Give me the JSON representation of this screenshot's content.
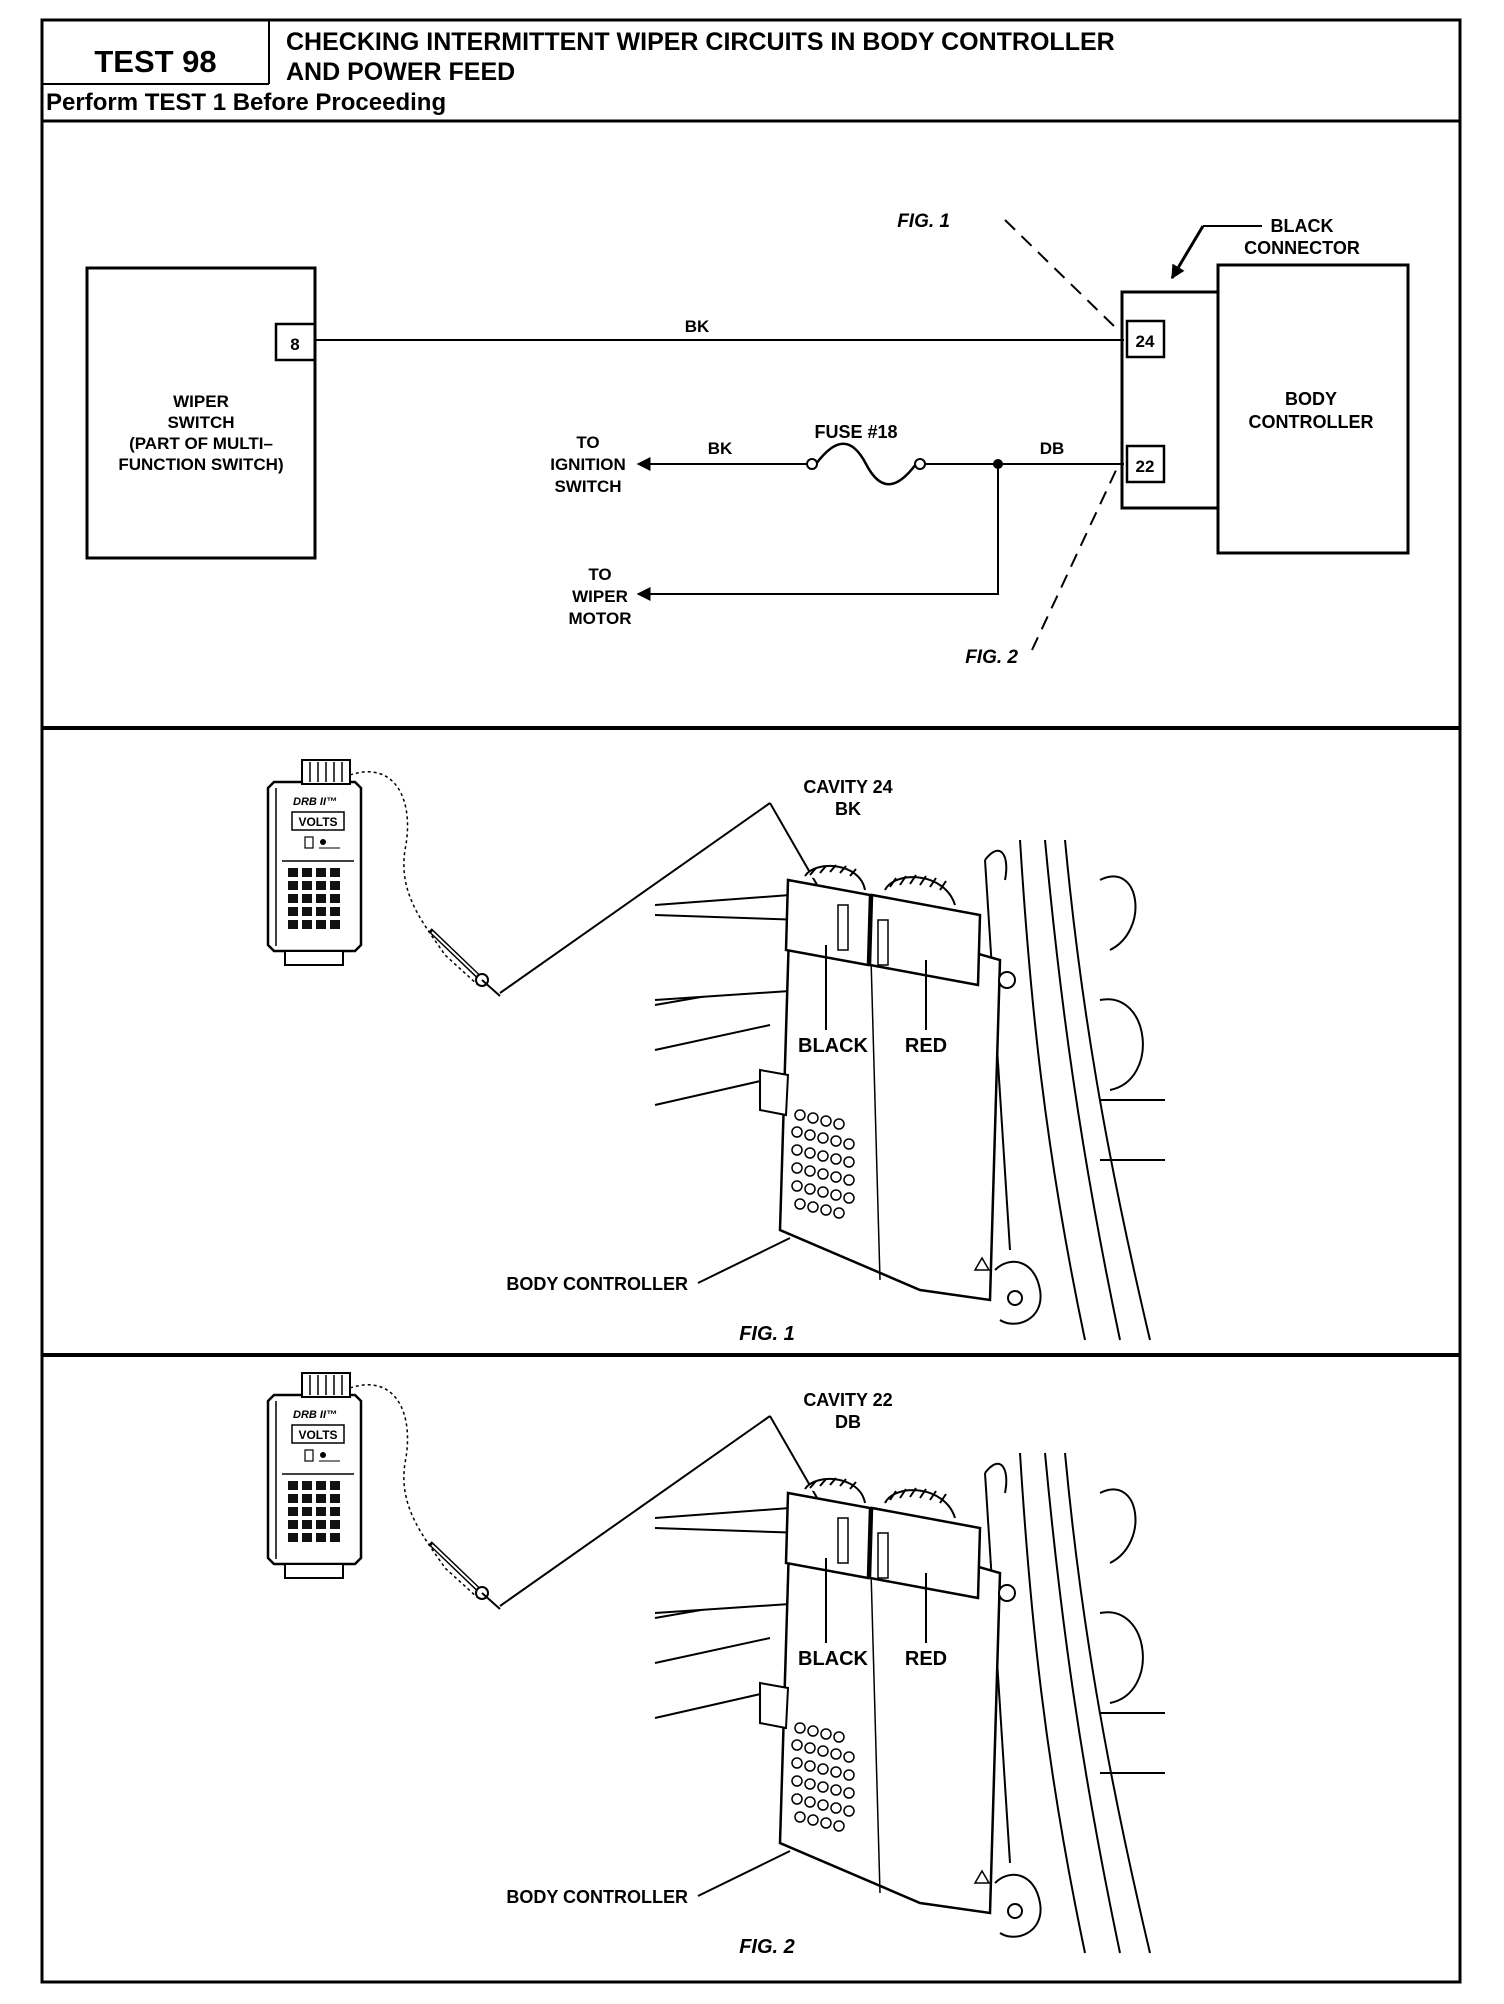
{
  "header": {
    "test_label": "TEST 98",
    "title_line1": "CHECKING INTERMITTENT WIPER CIRCUITS IN BODY CONTROLLER",
    "title_line2": "AND POWER FEED",
    "prerequisite": "Perform TEST 1 Before Proceeding"
  },
  "schematic": {
    "wiper_switch": {
      "line1": "WIPER",
      "line2": "SWITCH",
      "line3": "(PART OF MULTI–",
      "line4": "FUNCTION SWITCH)",
      "pin": "8"
    },
    "body_controller": {
      "line1": "BODY",
      "line2": "CONTROLLER"
    },
    "black_connector": {
      "line1": "BLACK",
      "line2": "CONNECTOR"
    },
    "pin_24": "24",
    "pin_22": "22",
    "wire_top": "BK",
    "wire_ignition": "BK",
    "wire_db": "DB",
    "fuse_label": "FUSE #18",
    "ignition": {
      "line1": "TO",
      "line2": "IGNITION",
      "line3": "SWITCH"
    },
    "motor": {
      "line1": "TO",
      "line2": "WIPER",
      "line3": "MOTOR"
    },
    "fig1_callout": "FIG. 1",
    "fig2_callout": "FIG. 2"
  },
  "figures": [
    {
      "cavity_line1": "CAVITY 24",
      "cavity_line2": "BK",
      "black_label": "BLACK",
      "red_label": "RED",
      "body_label": "BODY CONTROLLER",
      "caption": "FIG. 1",
      "meter_brand": "DRB II™",
      "meter_display": "VOLTS"
    },
    {
      "cavity_line1": "CAVITY 22",
      "cavity_line2": "DB",
      "black_label": "BLACK",
      "red_label": "RED",
      "body_label": "BODY CONTROLLER",
      "caption": "FIG. 2",
      "meter_brand": "DRB II™",
      "meter_display": "VOLTS"
    }
  ]
}
